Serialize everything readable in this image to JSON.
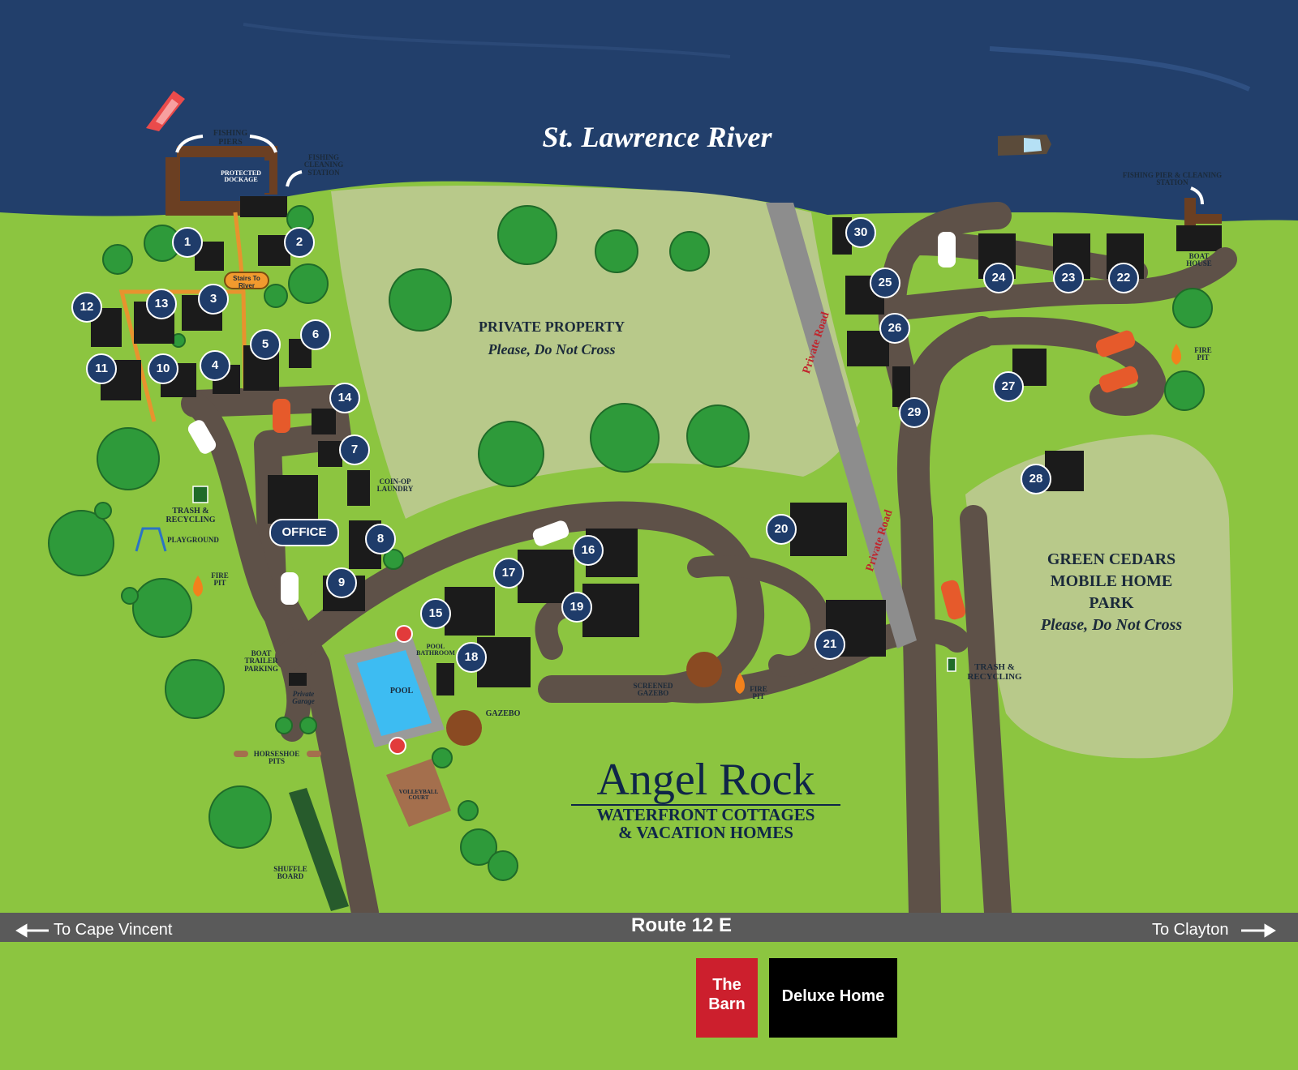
{
  "river": {
    "name": "St. Lawrence River"
  },
  "colors": {
    "river": "#223f6b",
    "grass": "#8cc540",
    "road": "#5e5148",
    "private_road": "#8d8d8d",
    "property": "#b8c98a",
    "badge": "#1f3c6a",
    "barn": "#cc1f2d",
    "deluxe": "#000000"
  },
  "labels": {
    "fishing_piers": "FISHING PIERS",
    "protected_dockage": "PROTECTED DOCKAGE",
    "fishing_cleaning_station": "FISHING CLEANING STATION",
    "stairs_to_river": "Stairs To River",
    "fishing_pier_cleaning_station": "FISHING PIER & CLEANING STATION",
    "boat_house": "BOAT HOUSE",
    "fire_pit_1": "FIRE PIT",
    "fire_pit_2": "FIRE PIT",
    "fire_pit_3": "FIRE PIT",
    "coin_op_laundry": "COIN-OP LAUNDRY",
    "trash_recycling_1": "TRASH & RECYCLING",
    "trash_recycling_2": "TRASH & RECYCLING",
    "playground": "PLAYGROUND",
    "office": "OFFICE",
    "boat_trailer_parking": "BOAT TRAILER PARKING",
    "private_garage": "Private Garage",
    "pool_bathroom": "POOL BATHROOM",
    "pool": "POOL",
    "gazebo": "GAZEBO",
    "screened_gazebo": "SCREENED GAZEBO",
    "horseshoe_pits": "HORSESHOE PITS",
    "volleyball_court": "VOLLEYBALL COURT",
    "shuffle_board": "SHUFFLE BOARD",
    "private_road_1": "Private Road",
    "private_road_2": "Private Road"
  },
  "private_property": {
    "title": "PRIVATE PROPERTY",
    "note": "Please, Do Not Cross"
  },
  "green_cedars": {
    "line1": "GREEN CEDARS",
    "line2": "MOBILE HOME",
    "line3": "PARK",
    "note": "Please, Do Not Cross"
  },
  "brand": {
    "name": "Angel Rock",
    "line1": "WATERFRONT COTTAGES",
    "line2": "& VACATION HOMES"
  },
  "route": {
    "name": "Route 12 E",
    "west": "To Cape Vincent",
    "east": "To Clayton"
  },
  "legend": {
    "barn_line1": "The",
    "barn_line2": "Barn",
    "deluxe": "Deluxe Home"
  },
  "cottages": [
    {
      "num": "1"
    },
    {
      "num": "2"
    },
    {
      "num": "3"
    },
    {
      "num": "4"
    },
    {
      "num": "5"
    },
    {
      "num": "6"
    },
    {
      "num": "7"
    },
    {
      "num": "8"
    },
    {
      "num": "9"
    },
    {
      "num": "10"
    },
    {
      "num": "11"
    },
    {
      "num": "12"
    },
    {
      "num": "13"
    },
    {
      "num": "14"
    },
    {
      "num": "15"
    },
    {
      "num": "16"
    },
    {
      "num": "17"
    },
    {
      "num": "18"
    },
    {
      "num": "19"
    },
    {
      "num": "20"
    },
    {
      "num": "21"
    },
    {
      "num": "22"
    },
    {
      "num": "23"
    },
    {
      "num": "24"
    },
    {
      "num": "25"
    },
    {
      "num": "26"
    },
    {
      "num": "27"
    },
    {
      "num": "28"
    },
    {
      "num": "29"
    },
    {
      "num": "30"
    }
  ]
}
